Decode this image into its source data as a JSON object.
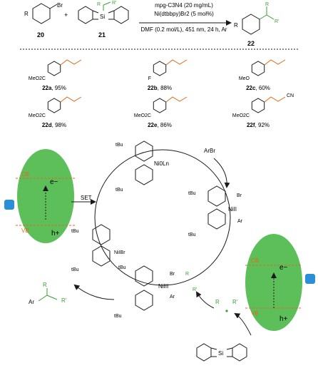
{
  "scheme": {
    "compound_labels": {
      "aryl_bromide": "20",
      "silicate": "21",
      "product": "22"
    },
    "conditions": {
      "line1": "mpg-C3N4 (20 mg/mL)",
      "line2": "Ni(dtbbpy)Br2 (5 mol%)",
      "line3": "DMF (0.2 mol/L), 451 nm, 24 h, Ar"
    },
    "substituents": {
      "ar_r": "R",
      "r": "R",
      "r_prime": "R'"
    }
  },
  "products": [
    {
      "id": "22a",
      "yield": "95%",
      "group_left": "MeO2C",
      "group_right": ""
    },
    {
      "id": "22b",
      "yield": "88%",
      "group_left": "F",
      "group_right": ""
    },
    {
      "id": "22c",
      "yield": "60%",
      "group_left": "MeO",
      "group_right": ""
    },
    {
      "id": "22d",
      "yield": "98%",
      "group_left": "MeO2C",
      "group_right": ""
    },
    {
      "id": "22e",
      "yield": "86%",
      "group_left": "MeO2C",
      "group_right": ""
    },
    {
      "id": "22f",
      "yield": "92%",
      "group_left": "MeO2C",
      "group_right": "CN"
    }
  ],
  "cycle": {
    "ni0_label": "Ni0Ln",
    "arbr_label": "ArBr",
    "set_label": "SET",
    "tbu_label": "tBu",
    "br_label": "Br",
    "ar_label": "Ar",
    "ni_i_label": "NiIBr",
    "ni_ii_label": "NiII",
    "ni_iii_label": "NiIII",
    "product_label_r": "R",
    "product_label_rp": "R'",
    "product_label_ar": "Ar"
  },
  "photocatalyst": {
    "cb": "CB",
    "vb": "VB",
    "e": "e−",
    "h": "h+"
  },
  "colors": {
    "green_particle": "#5cbf5a",
    "highlight_green": "#3a9f3a",
    "band_orange": "#e06a1c",
    "bulb_blue": "#2a8fd6"
  }
}
